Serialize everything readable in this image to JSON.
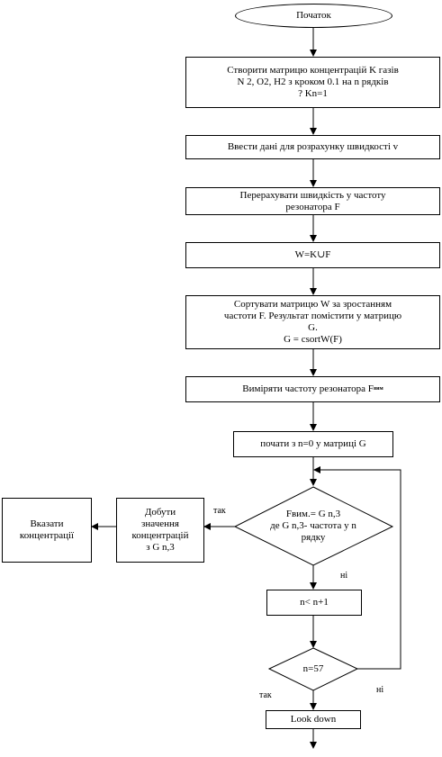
{
  "flowchart": {
    "start": "Початок",
    "create_matrix": [
      "Створити матрицю концентрацій K газів",
      "N 2, O2, H2 з кроком 0.1 на  n рядків",
      "? Kn=1"
    ],
    "enter_data": "Ввести дані для розрахунку швидкості v",
    "convert_speed": [
      "Перерахувати швидкість у частоту",
      "резонатора F"
    ],
    "combine": "W=K∪F",
    "sort_matrix": [
      "Сортувати матрицю W за зростанням",
      "частоти F. Результат помістити у матрицю",
      "G.",
      "G = csortW(F)"
    ],
    "measure": "Виміряти частоту резонатора F",
    "measure_sub": "вим",
    "start_n": "почати з n=0 у матриці G",
    "decision_freq": [
      "Fвим.= G n,3",
      "де G n,3- частота у n",
      "рядку"
    ],
    "get_values": [
      "Добути",
      "значення",
      "концентрацій",
      "з G n,3"
    ],
    "show_conc": [
      "Вказати",
      "концентрації"
    ],
    "increment": "n<  n+1",
    "decision_n": "n=57",
    "look_down": "Look down",
    "label_yes_1": "так",
    "label_no_1": "ні",
    "label_yes_2": "так",
    "label_no_2": "ні"
  }
}
